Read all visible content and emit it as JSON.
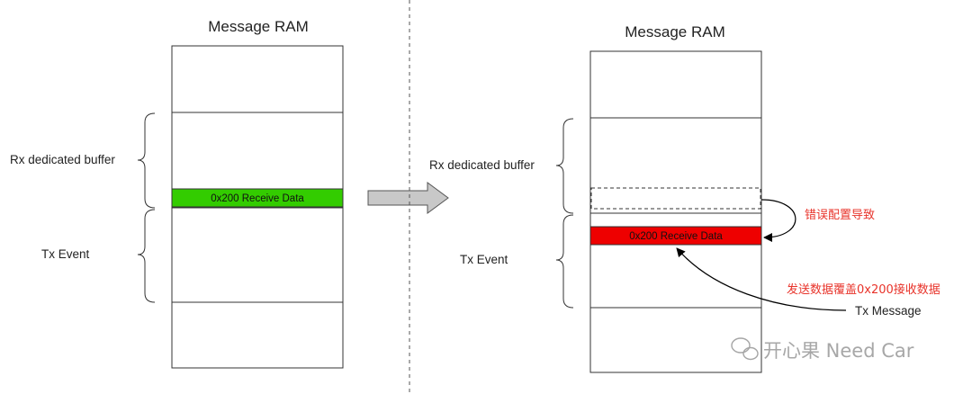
{
  "left_panel": {
    "title": "Message RAM",
    "rx_label": "Rx dedicated buffer",
    "tx_label": "Tx Event",
    "buffer_label": "0x200 Receive Data"
  },
  "right_panel": {
    "title": "Message RAM",
    "rx_label": "Rx dedicated buffer",
    "tx_label": "Tx Event",
    "buffer_label": "0x200 Receive Data",
    "misconfig_note": "错误配置导致",
    "overwrite_note": "发送数据覆盖0x200接收数据",
    "tx_message_label": "Tx Message"
  },
  "watermark": {
    "text": "开心果 Need Car"
  },
  "colors": {
    "receive_ok": "#33cc00",
    "receive_error": "#ee0000",
    "note_text": "#e8332a",
    "divider": "#555555",
    "arrow_fill": "#c8c8c8"
  }
}
